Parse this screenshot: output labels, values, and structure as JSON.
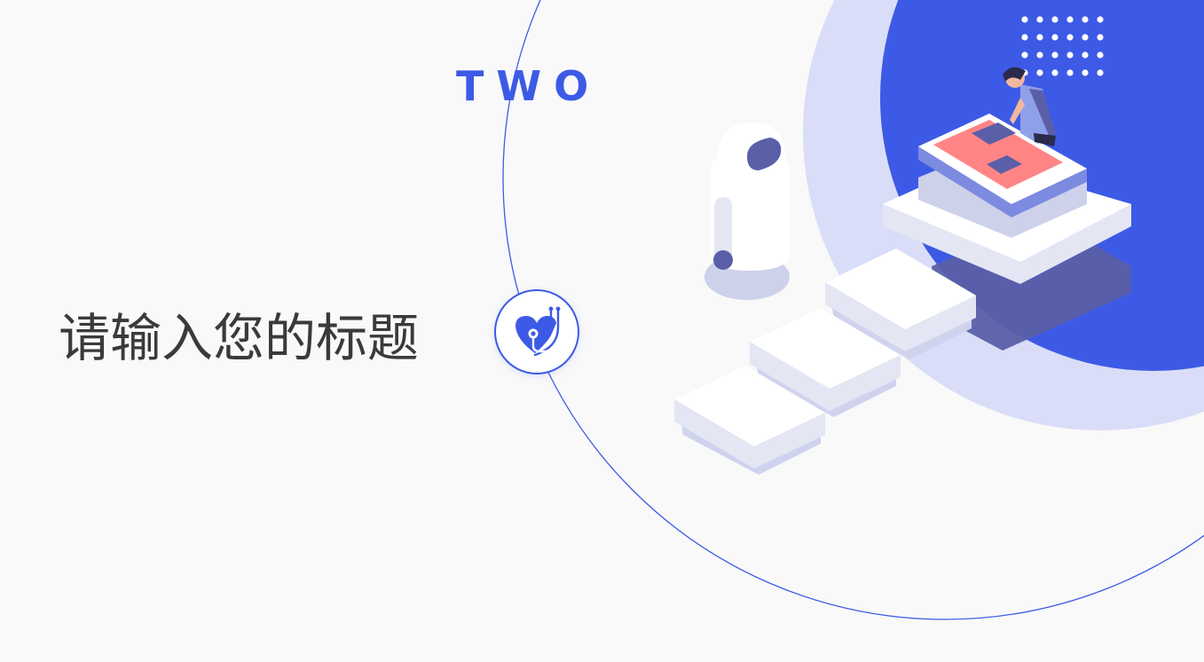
{
  "slide": {
    "section_label": "TWO",
    "title": "请输入您的标题"
  },
  "icons": {
    "badge": "heart-stethoscope-icon",
    "illustration": "isometric-medical-platform-illustration"
  },
  "colors": {
    "accent": "#3d5ae6",
    "accent_light": "#d9ddf7",
    "background": "#f9f9fa",
    "title_text": "#3a3a3a",
    "screen_red": "#ff8585",
    "shadow_indigo": "#5b5fa8"
  }
}
